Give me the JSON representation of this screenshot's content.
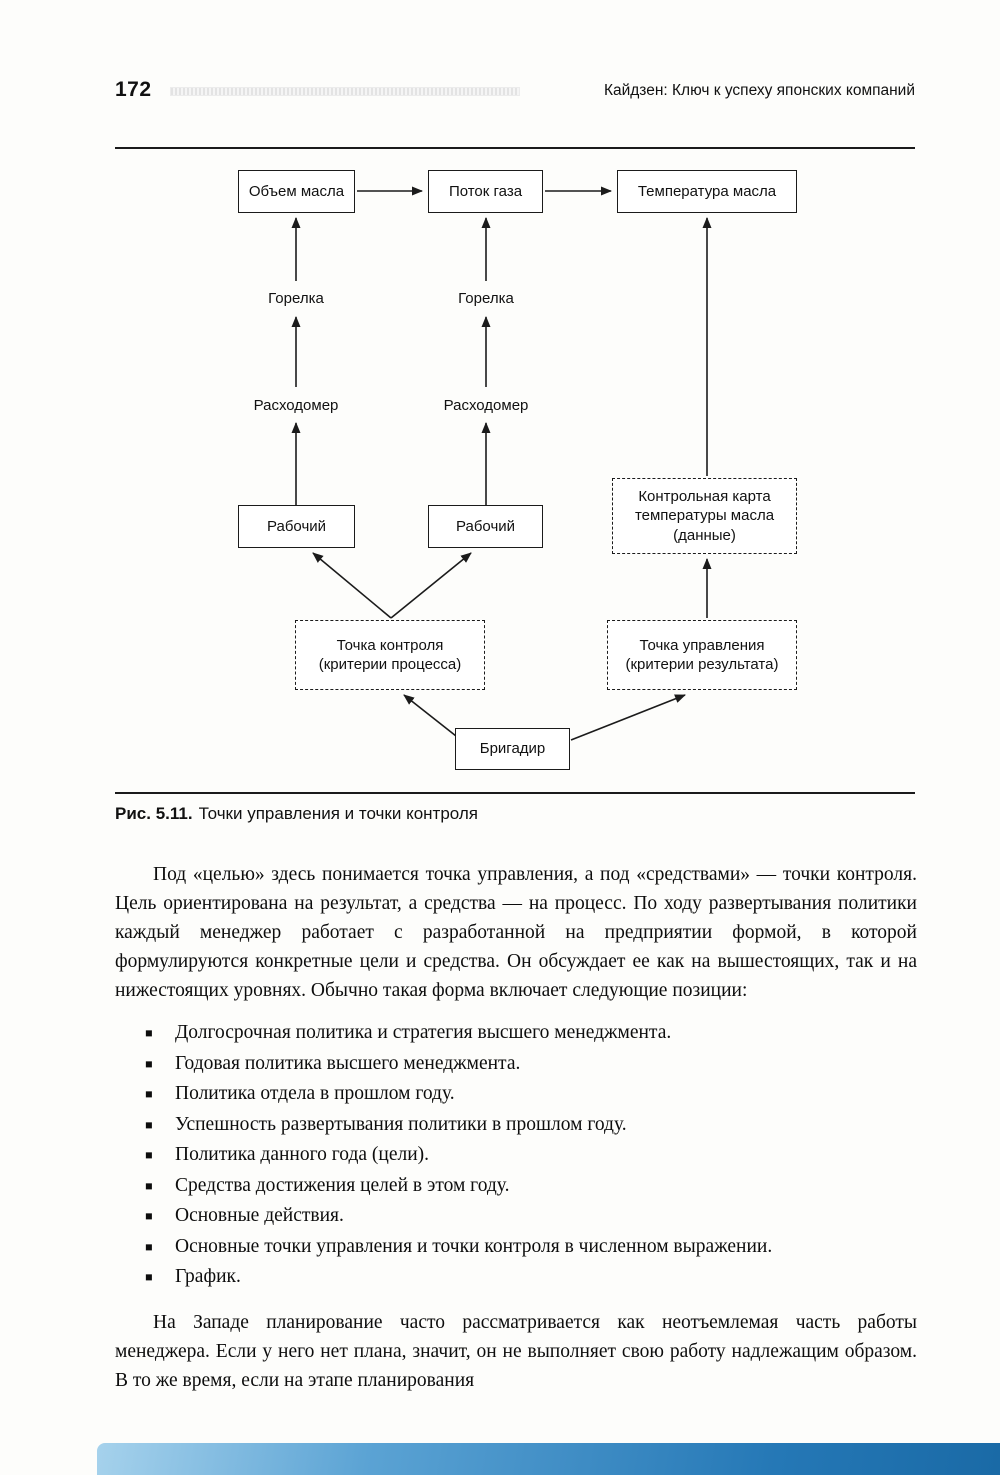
{
  "page": {
    "number": "172",
    "running_title": "Кайдзен: Ключ к успеху японских компаний"
  },
  "figure": {
    "caption_label": "Рис. 5.11.",
    "caption_text": "Точки управления и точки контроля",
    "nodes": {
      "oil_volume": "Объем масла",
      "gas_flow": "Поток газа",
      "oil_temperature": "Температура масла",
      "burner_left": "Горелка",
      "burner_center": "Горелка",
      "flowmeter_left": "Расходомер",
      "flowmeter_center": "Расходомер",
      "worker_left": "Рабочий",
      "worker_center": "Рабочий",
      "control_chart": "Контрольная карта температуры масла (данные)",
      "check_point": "Точка контроля (критерии процесса)",
      "control_point": "Точка управления (критерии результата)",
      "foreman": "Бригадир"
    }
  },
  "body": {
    "bullet": "■",
    "paragraph1": "Под «целью» здесь понимается точка управления, а под «средствами» — точки контроля. Цель ориентирована на результат, а средства — на процесс. По ходу развертывания политики каждый менеджер работает с разработанной на предприятии формой, в которой формулируются конкретные цели и средства. Он обсуждает ее как на вышестоящих, так и на нижестоящих уровнях. Обычно такая форма включает следующие позиции:",
    "list": [
      "Долгосрочная политика и стратегия высшего менеджмента.",
      "Годовая политика высшего менеджмента.",
      "Политика отдела в прошлом году.",
      "Успешность развертывания политики в прошлом году.",
      "Политика данного года (цели).",
      "Средства достижения целей в этом году.",
      "Основные действия.",
      "Основные точки управления и точки контроля в численном выражении.",
      "График."
    ],
    "paragraph2": "На Западе планирование часто рассматривается как неотъемлемая часть работы менеджера. Если у него нет плана, значит, он не выполняет свою работу надлежащим образом. В то же время, если на этапе планирования"
  }
}
